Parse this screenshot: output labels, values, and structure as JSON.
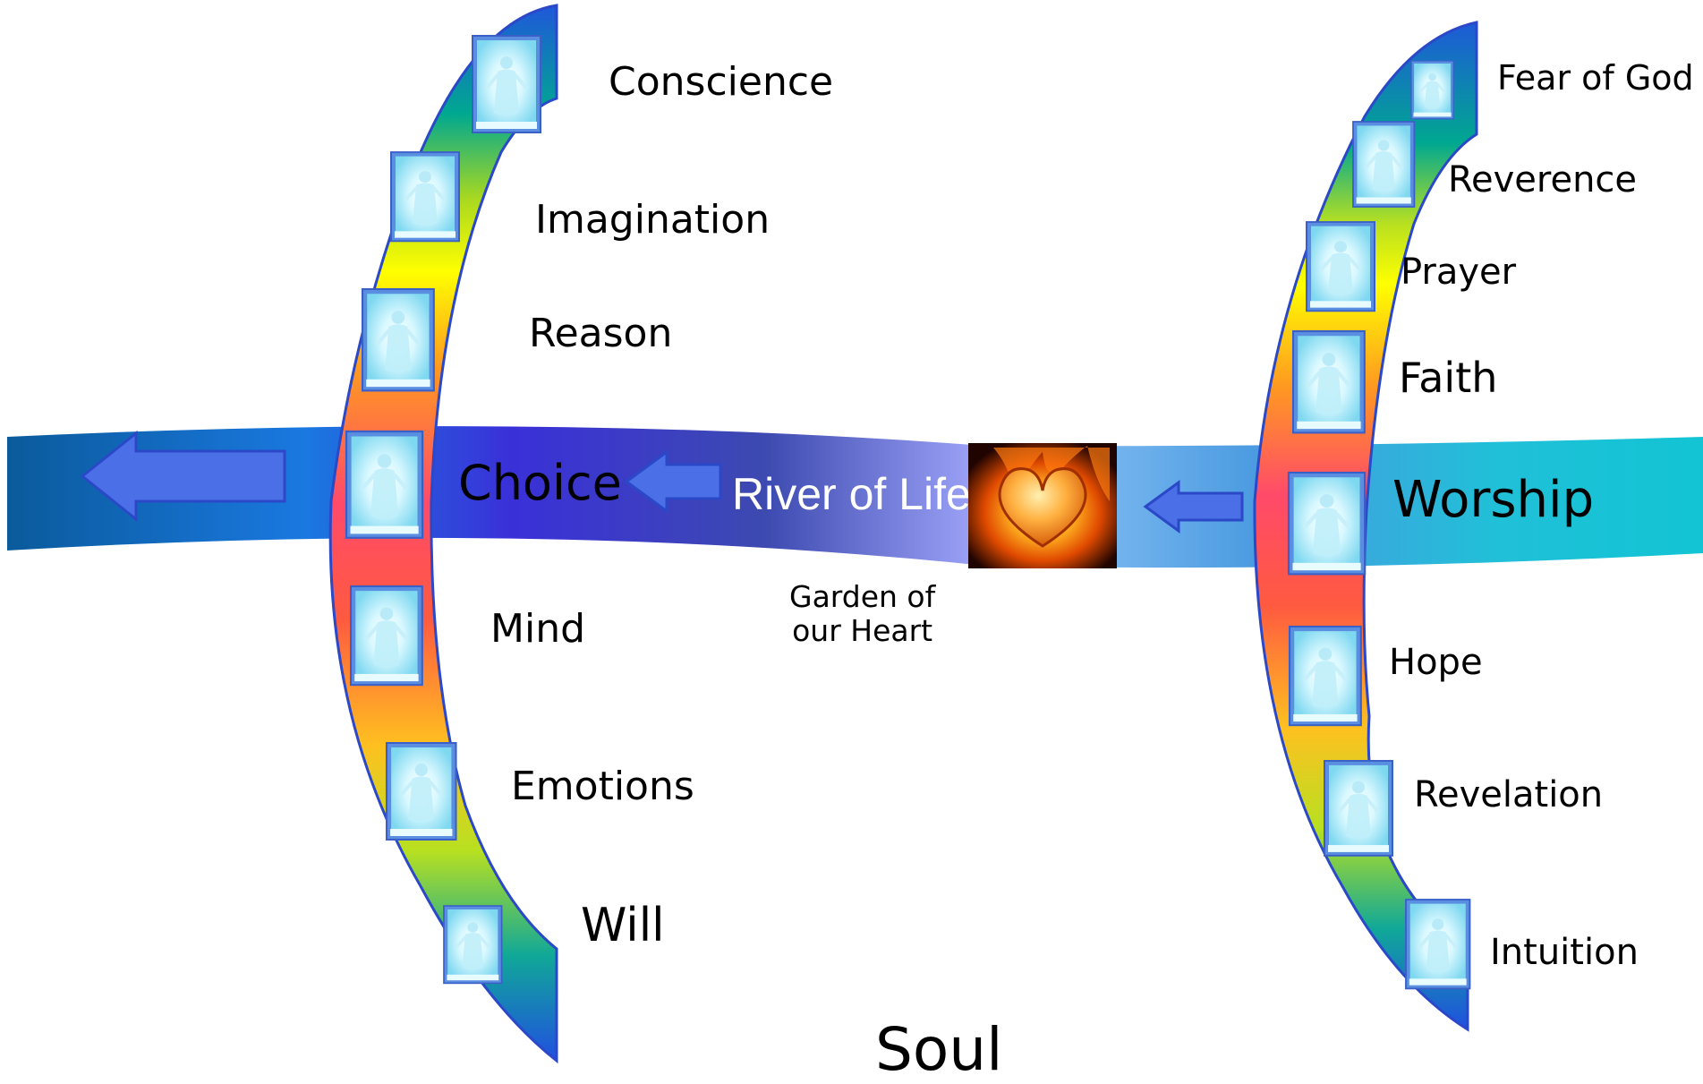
{
  "soul_title": "Soul",
  "river": {
    "label": "River of Life",
    "choice_label": "Choice",
    "worship_label": "Worship",
    "heart_caption_line1": "Garden of",
    "heart_caption_line2": "our Heart"
  },
  "left_arc": {
    "labels": [
      "Conscience",
      "Imagination",
      "Reason",
      "Mind",
      "Emotions",
      "Will"
    ]
  },
  "right_arc": {
    "labels": [
      "Fear of God",
      "Reverence",
      "Prayer",
      "Faith",
      "Hope",
      "Revelation",
      "Intuition"
    ]
  },
  "colors": {
    "river_dark": "#0a5a9a",
    "river_mid": "#3a3cd8",
    "river_light": "#9aa0f5",
    "river_teal": "#12c4d4",
    "arrow": "#4a6fe6",
    "arc_outline": "#2a48c8"
  },
  "icons": {
    "door": "glowing-doorway-figure-icon",
    "heart": "flaming-heart-icon",
    "arrow": "left-arrow-icon"
  }
}
